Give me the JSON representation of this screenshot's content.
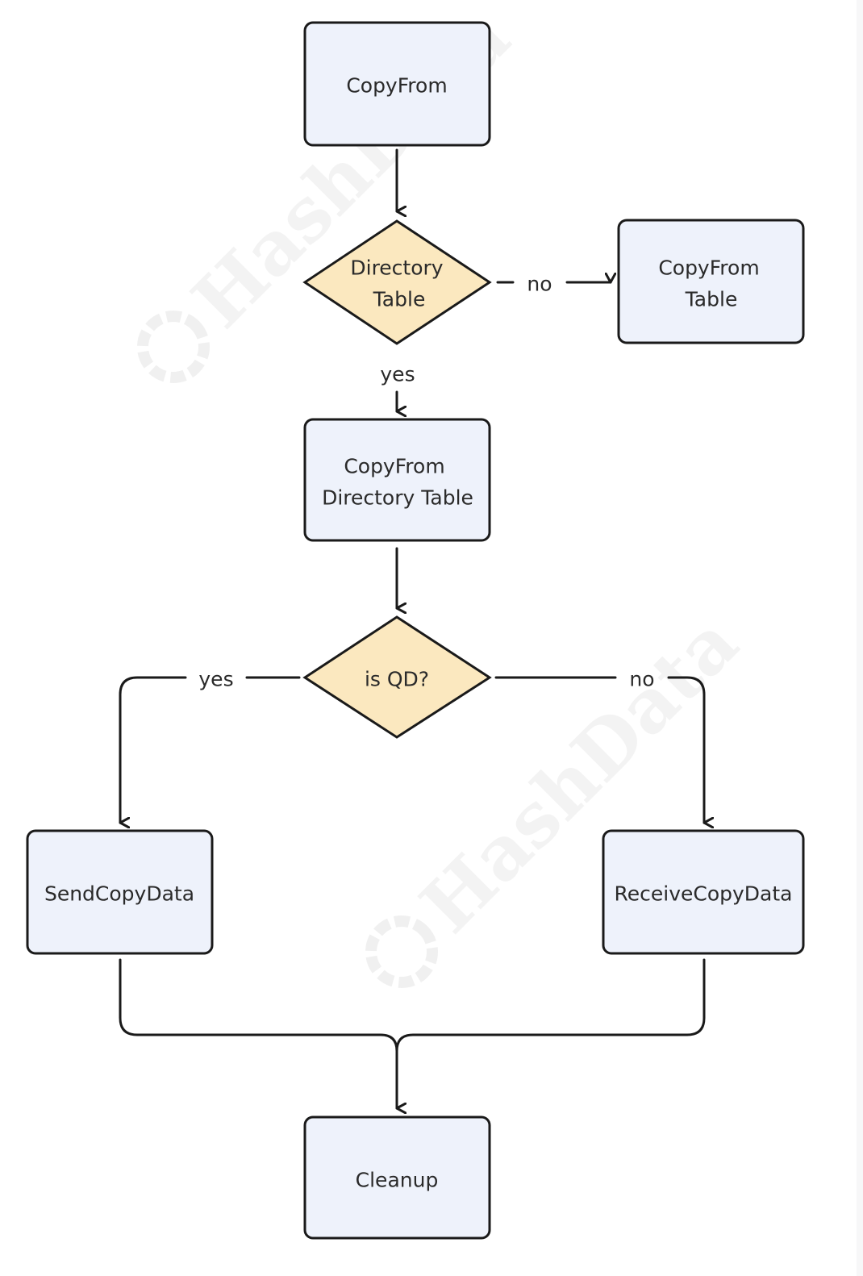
{
  "watermark": {
    "text": "HashData"
  },
  "nodes": {
    "copyfrom": {
      "label": [
        "CopyFrom"
      ]
    },
    "directory_table": {
      "label": [
        "Directory",
        "Table"
      ]
    },
    "copyfrom_table": {
      "label": [
        "CopyFrom",
        "Table"
      ]
    },
    "copyfrom_directory_table": {
      "label": [
        "CopyFrom",
        "Directory Table"
      ]
    },
    "is_qd": {
      "label": [
        "is QD?"
      ]
    },
    "send_copy_data": {
      "label": [
        "SendCopyData"
      ]
    },
    "receive_copy_data": {
      "label": [
        "ReceiveCopyData"
      ]
    },
    "cleanup": {
      "label": [
        "Cleanup"
      ]
    }
  },
  "edge_labels": {
    "directory_no": "no",
    "directory_yes": "yes",
    "qd_yes": "yes",
    "qd_no": "no"
  },
  "colors": {
    "process_fill": "#eef2fb",
    "decision_fill": "#fbe8bf",
    "stroke": "#1a1a1a",
    "text": "#2a2a2a",
    "watermark": "#e9e9e9"
  }
}
